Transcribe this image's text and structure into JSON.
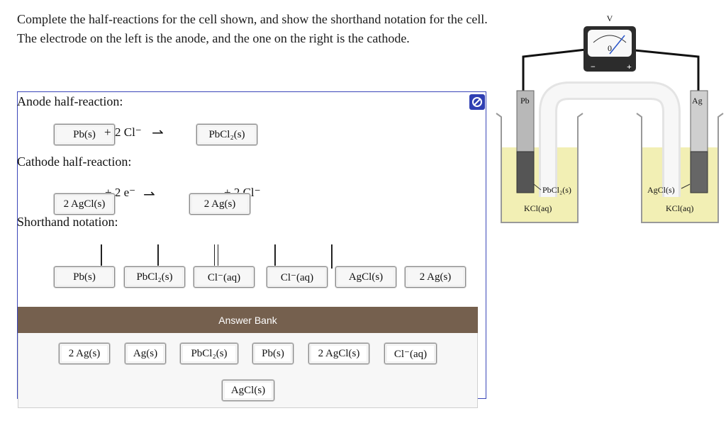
{
  "question": "Complete the half-reactions for the cell shown, and show the shorthand notation for the cell. The electrode on the left is the anode, and the one on the right is the cathode.",
  "anode": {
    "label": "Anode half-reaction:",
    "chips": [
      "Pb(s)",
      "PbCl₂(s)"
    ],
    "plus": "+",
    "term": "2 Cl⁻",
    "arrow": "⇀"
  },
  "cathode": {
    "label": "Cathode half-reaction:",
    "chips": [
      "2 AgCl(s)",
      "2 Ag(s)"
    ],
    "term1": "+ 2 e⁻",
    "term2": "+ 2 Cl⁻",
    "arrow": "⇀"
  },
  "shorthand": {
    "label": "Shorthand notation:",
    "chips": [
      "Pb(s)",
      "PbCl₂(s)",
      "Cl⁻(aq)",
      "Cl⁻(aq)",
      "AgCl(s)",
      "2 Ag(s)"
    ]
  },
  "answer_bank": {
    "title": "Answer Bank",
    "items": [
      "2 Ag(s)",
      "Ag(s)",
      "PbCl₂(s)",
      "Pb(s)",
      "2 AgCl(s)",
      "Cl⁻(aq)",
      "AgCl(s)"
    ]
  },
  "apparatus": {
    "meter_label": "V",
    "meter_zero": "0",
    "minus": "−",
    "plus": "+",
    "left_electrode": "Pb",
    "right_electrode": "Ag",
    "left_solid": "PbCl₂(s)",
    "right_solid": "AgCl(s)",
    "left_solution": "KCl(aq)",
    "right_solution": "KCl(aq)"
  },
  "colors": {
    "panel_border": "#3a46b8",
    "bank_header": "#75604e",
    "solution": "#f2efb4"
  },
  "icons": {
    "no_entry": "no-entry-icon"
  }
}
